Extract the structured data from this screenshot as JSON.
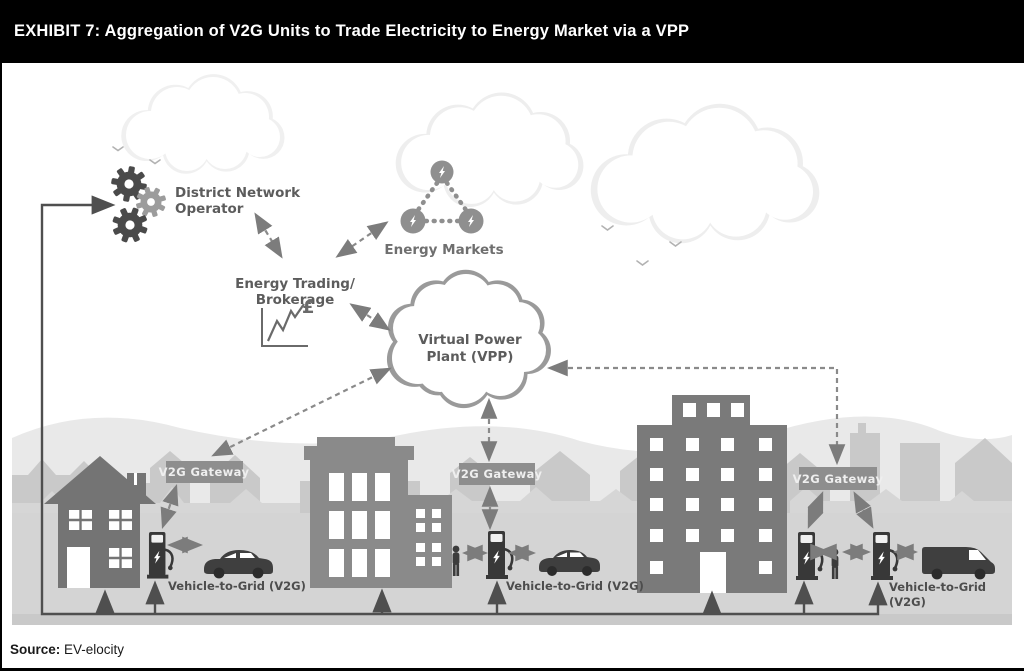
{
  "header": {
    "title": "EXHIBIT 7: Aggregation of V2G Units to Trade Electricity to Energy Market via a VPP"
  },
  "diagram": {
    "dno": {
      "line1": "District Network",
      "line2": "Operator"
    },
    "energy_trading": {
      "line1": "Energy Trading/",
      "line2": "Brokerage",
      "currency": "£"
    },
    "energy_markets": {
      "label": "Energy Markets"
    },
    "vpp": {
      "line1": "Virtual Power",
      "line2": "Plant (VPP)"
    },
    "gateways": [
      "V2G Gateway",
      "V2G Gateway",
      "V2G Gateway"
    ],
    "v2g": {
      "left": "Vehicle-to-Grid (V2G)",
      "middle": "Vehicle-to-Grid (V2G)",
      "right1": "Vehicle-to-Grid",
      "right2": "(V2G)"
    },
    "icons": {
      "gears": "gears-icon",
      "lightning": "bolt-icon",
      "price_chart": "chart-line-icon",
      "vpp_cloud": "cloud-shape",
      "birds": "bird-chevrons",
      "house": "house-silhouette",
      "buildings": "building-silhouettes",
      "ev_charger": "ev-charger-silhouette",
      "car": "car-silhouette",
      "van": "van-silhouette",
      "person": "person-silhouette"
    },
    "colors": {
      "header_bg": "#000000",
      "header_text": "#ffffff",
      "ground": "#d4d4d4",
      "ground_strip": "#c9c9c9",
      "skyline": "#c9c9c9",
      "skyline_far": "#e9e9e9",
      "building_mid": "#8a8a8a",
      "building_right": "#7a7a7a",
      "house": "#747474",
      "vehicle": "#3f3f3f",
      "charger": "#383838",
      "gateway_bg": "#8e8e8e",
      "gateway_text": "#efefef",
      "node_text": "#5c5c5c",
      "solid_line": "#4f4f4f",
      "dashed_line": "#8a8a8a",
      "market_node": "#8f8f8f",
      "cloud_outline": "#9a9a9a",
      "gear_dark": "#4a4a4a",
      "gear_light": "#9c9c9c"
    }
  },
  "source": {
    "label": "Source:",
    "value": "EV-elocity"
  }
}
